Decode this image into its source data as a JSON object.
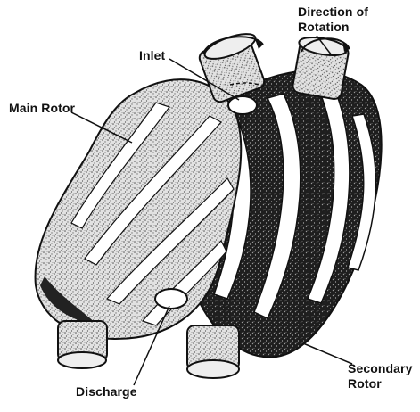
{
  "labels": {
    "direction_line1": "Direction of",
    "direction_line2": "Rotation",
    "inlet": "Inlet",
    "main_rotor": "Main Rotor",
    "discharge": "Discharge",
    "secondary_line1": "Secondary",
    "secondary_line2": "Rotor"
  },
  "colors": {
    "ink": "#111111",
    "stipple_light": "#cfcfcf",
    "stipple_dark": "#262626",
    "background": "#ffffff"
  }
}
